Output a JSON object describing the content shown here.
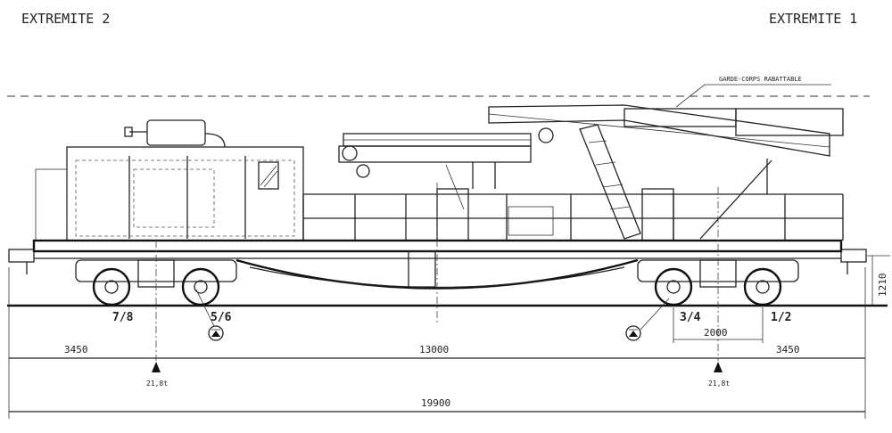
{
  "labels": {
    "end_left": "EXTREMITE 2",
    "end_right": "EXTREMITE 1",
    "callout": "GARDE-CORPS RABATTABLE"
  },
  "axles": {
    "a78": "7/8",
    "a56": "5/6",
    "a34": "3/4",
    "a12": "1/2"
  },
  "loads": {
    "left": "21,8t",
    "right": "21,8t"
  },
  "dimensions": {
    "overhang_left": "3450",
    "bogie_centres": "13000",
    "overhang_right": "3450",
    "wheelbase": "2000",
    "total_length": "19900",
    "buffer_height": "1210"
  }
}
